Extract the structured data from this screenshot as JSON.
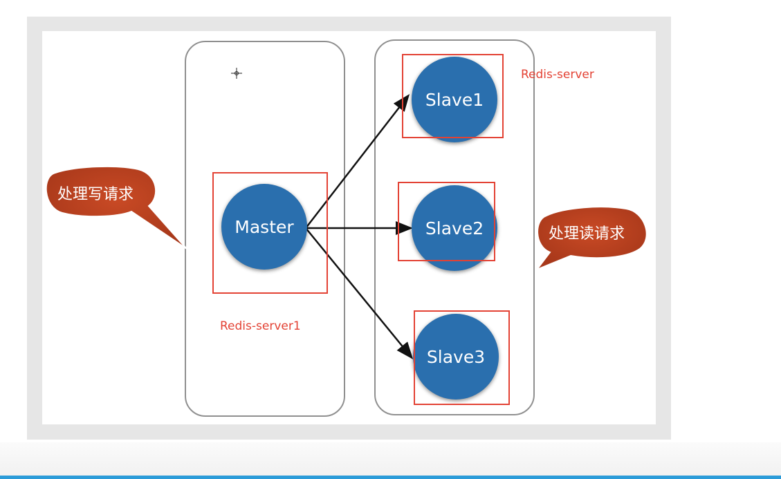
{
  "diagram": {
    "nodes": {
      "master": "Master",
      "slave1": "Slave1",
      "slave2": "Slave2",
      "slave3": "Slave3"
    },
    "callouts": {
      "write": "处理写请求",
      "read": "处理读请求"
    },
    "annotations": {
      "server": "Redis-server",
      "server1": "Redis-server1"
    },
    "edges": [
      {
        "from": "Master",
        "to": "Slave1"
      },
      {
        "from": "Master",
        "to": "Slave2"
      },
      {
        "from": "Master",
        "to": "Slave3"
      }
    ]
  },
  "colors": {
    "node_fill": "#2a6fae",
    "callout_fill": "#b8401f",
    "highlight": "#e34234",
    "group_border": "#8f8f8f"
  }
}
